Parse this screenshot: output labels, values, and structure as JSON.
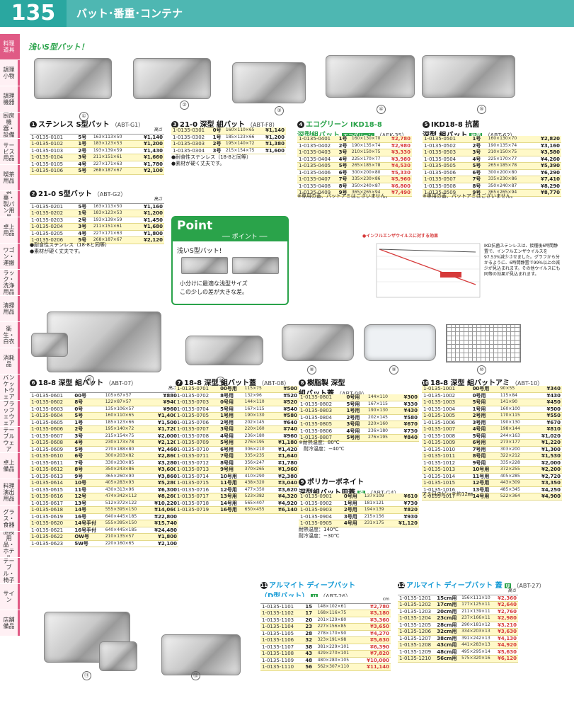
{
  "header": {
    "page_number": "135",
    "title": "バット･番重･コンテナ"
  },
  "sidebar": [
    "料理道具",
    "調理小物",
    "調理機器",
    "厨房機器・設備",
    "サービス用品",
    "喫茶用品",
    "製菓・製パン用品",
    "卓上用品",
    "ワゴン・運搬",
    "ラック・洗浄用品",
    "清掃用品",
    "衛生・白衣",
    "消耗品",
    "バンケットウェア",
    "ブラッフェウェア",
    "テーブルウェア",
    "卓上備品",
    "料理演出用品",
    "グラス・食器",
    "施設用品・ホテル",
    "テーブル・椅子",
    "サイン",
    "店舗備品"
  ],
  "section_title": "浅いS型バット！",
  "image_labels": [
    "①",
    "②",
    "③",
    "④",
    "⑤",
    "⑥",
    "⑦",
    "⑧",
    "⑨",
    "⑩",
    "⑪",
    "⑫"
  ],
  "height_header": "高さ",
  "p1": {
    "num": "1",
    "title": "ステンレス S型バット",
    "code": "（ABT-G1）",
    "rows": [
      [
        "1-0135-0101",
        "5号",
        "163×113×50",
        "¥1,140"
      ],
      [
        "1-0135-0102",
        "1号",
        "183×123×53",
        "¥1,200"
      ],
      [
        "1-0135-0103",
        "2号",
        "193×139×59",
        "¥1,430"
      ],
      [
        "1-0135-0104",
        "3号",
        "211×151×61",
        "¥1,660"
      ],
      [
        "1-0135-0105",
        "4号",
        "227×171×63",
        "¥1,780"
      ],
      [
        "1-0135-0106",
        "5号",
        "268×187×67",
        "¥2,100"
      ]
    ]
  },
  "p2": {
    "num": "2",
    "title": "21-0 S型バット",
    "code": "（ABT-G2）",
    "rows": [
      [
        "1-0135-0201",
        "5号",
        "163×113×50",
        "¥1,160"
      ],
      [
        "1-0135-0202",
        "1号",
        "183×123×53",
        "¥1,200"
      ],
      [
        "1-0135-0203",
        "2号",
        "193×139×59",
        "¥1,450"
      ],
      [
        "1-0135-0204",
        "3号",
        "211×151×61",
        "¥1,680"
      ],
      [
        "1-0135-0205",
        "4号",
        "227×171×63",
        "¥1,800"
      ],
      [
        "1-0135-0206",
        "5号",
        "268×187×67",
        "¥2,120"
      ]
    ],
    "notes": [
      "●耐食性ステンレス（18-8と同等）",
      "●素材が硬く丈夫です。"
    ]
  },
  "p3": {
    "num": "3",
    "title": "21-0 深型 組バット",
    "code": "（ABT-F8）",
    "rows": [
      [
        "1-0135-0301",
        "0号",
        "160×110×65",
        "¥1,140"
      ],
      [
        "1-0135-0302",
        "1号",
        "185×123×66",
        "¥1,200"
      ],
      [
        "1-0135-0303",
        "2号",
        "195×140×72",
        "¥1,380"
      ],
      [
        "1-0135-0304",
        "3号",
        "215×154×75",
        "¥1,600"
      ]
    ],
    "notes": [
      "●耐食性ステンレス（18-8と同等）",
      "●素材が硬く丈夫です。"
    ]
  },
  "point": {
    "label": "Point",
    "sub": "── ポイント ──",
    "heading": "浅いS型バット!",
    "text1": "小分けに最適な浅型サイズ",
    "text2": "この少しの差が大きな差。"
  },
  "p4": {
    "num": "4",
    "title": "エコグリーン IKD18-8",
    "title2": "深型組バット",
    "badge": "エコグリーン",
    "code": "（AEK-35）",
    "rows": [
      [
        "1-0135-0401",
        "1号",
        "160×130×70",
        "¥2,780"
      ],
      [
        "1-0135-0402",
        "2号",
        "190×135×74",
        "¥2,980"
      ],
      [
        "1-0135-0403",
        "3号",
        "210×150×75",
        "¥3,330"
      ],
      [
        "1-0135-0404",
        "4号",
        "225×170×77",
        "¥3,980"
      ],
      [
        "1-0135-0405",
        "5号",
        "265×185×78",
        "¥4,530"
      ],
      [
        "1-0135-0406",
        "6号",
        "300×200×80",
        "¥5,330"
      ],
      [
        "1-0135-0407",
        "7号",
        "335×230×86",
        "¥5,960"
      ],
      [
        "1-0135-0408",
        "8号",
        "350×240×87",
        "¥6,800"
      ],
      [
        "1-0135-0409",
        "9号",
        "365×265×94",
        "¥7,490"
      ]
    ],
    "notes": [
      "※専用の蓋、バットアミはございません。"
    ]
  },
  "p5": {
    "num": "5",
    "title": "IKD18-8 抗菌",
    "title2": "深型 組バット",
    "badge": "抗菌",
    "code": "（ABT-62）",
    "rows": [
      [
        "1-0135-0501",
        "1号",
        "160×130×70",
        "¥2,820"
      ],
      [
        "1-0135-0502",
        "2号",
        "190×135×74",
        "¥3,160"
      ],
      [
        "1-0135-0503",
        "3号",
        "210×150×75",
        "¥3,580"
      ],
      [
        "1-0135-0504",
        "4号",
        "225×170×77",
        "¥4,260"
      ],
      [
        "1-0135-0505",
        "5号",
        "265×185×78",
        "¥5,390"
      ],
      [
        "1-0135-0506",
        "6号",
        "300×200×80",
        "¥6,290"
      ],
      [
        "1-0135-0507",
        "7号",
        "335×230×86",
        "¥7,410"
      ],
      [
        "1-0135-0508",
        "8号",
        "350×240×87",
        "¥8,290"
      ],
      [
        "1-0135-0509",
        "9号",
        "365×265×94",
        "¥8,770"
      ]
    ],
    "notes": [
      "※専用の蓋、バットアミはございません。"
    ]
  },
  "flu": {
    "title": "●インフルエンザウイルスに対する効果",
    "text": "IKD抗菌ステンレスは、接種後6時間静置で、インフルエンザウイルスを97.53%減少させました。グラフから分かるように、6時間静置で99%以上の減少が見込まれます。その他ウイルスにも同等の効果が見込まれます。"
  },
  "p6": {
    "num": "6",
    "title": "18-8 深型 組バット",
    "code": "（ABT-07）",
    "rows": [
      [
        "1-0135-0601",
        "00号",
        "105×67×57",
        "¥880"
      ],
      [
        "1-0135-0602",
        "8号",
        "122×87×57",
        "¥940"
      ],
      [
        "1-0135-0603",
        "0号",
        "135×106×57",
        "¥960"
      ],
      [
        "1-0135-0604",
        "5号",
        "160×110×65",
        "¥1,400"
      ],
      [
        "1-0135-0605",
        "1号",
        "185×123×66",
        "¥1,500"
      ],
      [
        "1-0135-0606",
        "2号",
        "195×140×72",
        "¥1,720"
      ],
      [
        "1-0135-0607",
        "3号",
        "215×154×75",
        "¥2,000"
      ],
      [
        "1-0135-0608",
        "4号",
        "230×173×78",
        "¥2,120"
      ],
      [
        "1-0135-0609",
        "5号",
        "270×188×80",
        "¥2,460"
      ],
      [
        "1-0135-0610",
        "6号",
        "300×203×82",
        "¥2,860"
      ],
      [
        "1-0135-0611",
        "7号",
        "330×230×85",
        "¥3,280"
      ],
      [
        "1-0135-0612",
        "8号",
        "350×243×86",
        "¥3,600"
      ],
      [
        "1-0135-0613",
        "9号",
        "365×260×90",
        "¥3,860"
      ],
      [
        "1-0135-0614",
        "10号",
        "405×283×93",
        "¥5,280"
      ],
      [
        "1-0135-0615",
        "11号",
        "430×313×96",
        "¥6,300"
      ],
      [
        "1-0135-0616",
        "12号",
        "474×342×112",
        "¥8,260"
      ],
      [
        "1-0135-0617",
        "13号",
        "512×372×122",
        "¥10,220"
      ],
      [
        "1-0135-0618",
        "14号",
        "555×395×150",
        "¥14,060"
      ],
      [
        "1-0135-0619",
        "16号",
        "640×445×185",
        "¥22,800"
      ],
      [
        "1-0135-0620",
        "14号手付",
        "555×395×150",
        "¥15,740"
      ],
      [
        "1-0135-0621",
        "16号手付",
        "640×445×185",
        "¥24,480"
      ],
      [
        "1-0135-0622",
        "OW号",
        "210×135×57",
        "¥1,800"
      ],
      [
        "1-0135-0623",
        "5W号",
        "220×160×65",
        "¥2,100"
      ]
    ]
  },
  "p7": {
    "num": "7",
    "title": "18-8 深型 組バット蓋",
    "code": "（ABT-08）",
    "rows": [
      [
        "1-0135-0701",
        "00号用",
        "115×75",
        "¥500"
      ],
      [
        "1-0135-0702",
        "8号用",
        "132×96",
        "¥520"
      ],
      [
        "1-0135-0703",
        "0号用",
        "144×110",
        "¥520"
      ],
      [
        "1-0135-0704",
        "5号用",
        "167×115",
        "¥540"
      ],
      [
        "1-0135-0705",
        "1号用",
        "190×130",
        "¥580"
      ],
      [
        "1-0135-0706",
        "2号用",
        "202×145",
        "¥640"
      ],
      [
        "1-0135-0707",
        "3号用",
        "220×160",
        "¥740"
      ],
      [
        "1-0135-0708",
        "4号用",
        "236×180",
        "¥960"
      ],
      [
        "1-0135-0709",
        "5号用",
        "276×195",
        "¥1,180"
      ],
      [
        "1-0135-0710",
        "6号用",
        "306×210",
        "¥1,420"
      ],
      [
        "1-0135-0711",
        "7号用",
        "335×235",
        "¥1,640"
      ],
      [
        "1-0135-0712",
        "8号用",
        "356×247",
        "¥1,780"
      ],
      [
        "1-0135-0713",
        "9号用",
        "370×265",
        "¥1,960"
      ],
      [
        "1-0135-0714",
        "10号用",
        "410×290",
        "¥2,380"
      ],
      [
        "1-0135-0715",
        "11号用",
        "438×320",
        "¥3,040"
      ],
      [
        "1-0135-0716",
        "12号用",
        "477×350",
        "¥3,620"
      ],
      [
        "1-0135-0717",
        "13号用",
        "523×382",
        "¥4,320"
      ],
      [
        "1-0135-0718",
        "14号用",
        "565×407",
        "¥4,920"
      ],
      [
        "1-0135-0719",
        "16号用",
        "650×455",
        "¥6,140"
      ]
    ]
  },
  "p8": {
    "num": "8",
    "title": "樹脂製 深型",
    "title2": "組バット蓋",
    "code": "（ABT-09）",
    "rows": [
      [
        "1-0135-0801",
        "0号用",
        "144×110",
        "¥300"
      ],
      [
        "1-0135-0802",
        "5号用",
        "167×115",
        "¥330"
      ],
      [
        "1-0135-0803",
        "1号用",
        "190×130",
        "¥430"
      ],
      [
        "1-0135-0804",
        "2号用",
        "202×145",
        "¥580"
      ],
      [
        "1-0135-0805",
        "3号用",
        "220×160",
        "¥670"
      ],
      [
        "1-0135-0806",
        "4号用",
        "236×180",
        "¥730"
      ],
      [
        "1-0135-0807",
        "5号用",
        "276×195",
        "¥840"
      ]
    ],
    "notes": [
      "※耐熱温度：80℃",
      "　耐冷温度：−40℃"
    ]
  },
  "p9": {
    "num": "9",
    "title": "ポリカーボネイト",
    "title2": "深型組バット用蓋",
    "badge": "洗",
    "code": "（ABT-G4）",
    "rows": [
      [
        "1-0135-0901",
        "0号用",
        "137×109",
        "¥610"
      ],
      [
        "1-0135-0902",
        "1号用",
        "181×121",
        "¥730"
      ],
      [
        "1-0135-0903",
        "2号用",
        "194×139",
        "¥820"
      ],
      [
        "1-0135-0904",
        "3号用",
        "215×156",
        "¥930"
      ],
      [
        "1-0135-0905",
        "4号用",
        "231×175",
        "¥1,120"
      ]
    ],
    "notes": [
      "耐熱温度：140℃",
      "耐冷温度：−30℃"
    ]
  },
  "p10": {
    "num": "10",
    "title": "18-8 深型 組バットアミ",
    "code": "（ABT-10）",
    "rows": [
      [
        "1-0135-1001",
        "00号用",
        "90×55",
        "¥340"
      ],
      [
        "1-0135-1002",
        "0号用",
        "115×84",
        "¥430"
      ],
      [
        "1-0135-1003",
        "5号用",
        "141×90",
        "¥450"
      ],
      [
        "1-0135-1004",
        "1号用",
        "160×100",
        "¥500"
      ],
      [
        "1-0135-1005",
        "2号用",
        "170×115",
        "¥550"
      ],
      [
        "1-0135-1006",
        "3号用",
        "190×130",
        "¥670"
      ],
      [
        "1-0135-1007",
        "4号用",
        "198×144",
        "¥810"
      ],
      [
        "1-0135-1008",
        "5号用",
        "244×163",
        "¥1,020"
      ],
      [
        "1-0135-1009",
        "6号用",
        "273×177",
        "¥1,220"
      ],
      [
        "1-0135-1010",
        "7号用",
        "303×200",
        "¥1,300"
      ],
      [
        "1-0135-1011",
        "8号用",
        "322×212",
        "¥1,530"
      ],
      [
        "1-0135-1012",
        "9号用",
        "335×228",
        "¥2,000"
      ],
      [
        "1-0135-1013",
        "10号用",
        "372×255",
        "¥2,200"
      ],
      [
        "1-0135-1014",
        "11号用",
        "405×285",
        "¥2,720"
      ],
      [
        "1-0135-1015",
        "12号用",
        "443×309",
        "¥3,350"
      ],
      [
        "1-0135-1016",
        "13号用",
        "485×345",
        "¥4,250"
      ],
      [
        "1-0135-1017",
        "14号用",
        "522×364",
        "¥4,900"
      ]
    ],
    "notes": [
      "アミ目のピッチ約12㎜"
    ]
  },
  "p11": {
    "num": "11",
    "title": "アルマイト ディープバット",
    "title2": "（D型バット）",
    "code": "（ABT-26）",
    "badge": "U",
    "rows": [
      [
        "1-0135-1101",
        "15",
        "148×102×61",
        "¥2,780"
      ],
      [
        "1-0135-1102",
        "17",
        "168×116×75",
        "¥3,180"
      ],
      [
        "1-0135-1103",
        "20",
        "201×129×80",
        "¥3,360"
      ],
      [
        "1-0135-1104",
        "23",
        "227×156×85",
        "¥3,650"
      ],
      [
        "1-0135-1105",
        "28",
        "278×170×90",
        "¥4,270"
      ],
      [
        "1-0135-1106",
        "32",
        "323×191×98",
        "¥5,630"
      ],
      [
        "1-0135-1107",
        "38",
        "381×229×101",
        "¥6,390"
      ],
      [
        "1-0135-1108",
        "43",
        "429×270×101",
        "¥7,820"
      ],
      [
        "1-0135-1109",
        "48",
        "480×280×105",
        "¥10,000"
      ],
      [
        "1-0135-1110",
        "56",
        "562×307×110",
        "¥11,140"
      ]
    ]
  },
  "p12": {
    "num": "12",
    "title": "アルマイト ディープバット 蓋",
    "code": "（ABT-27）",
    "badge": "U",
    "rows": [
      [
        "1-0135-1201",
        "15cm用",
        "156×111×10",
        "¥2,360"
      ],
      [
        "1-0135-1202",
        "17cm用",
        "177×125×11",
        "¥2,640"
      ],
      [
        "1-0135-1203",
        "20cm用",
        "211×139×11",
        "¥2,760"
      ],
      [
        "1-0135-1204",
        "23cm用",
        "237×166×11",
        "¥2,980"
      ],
      [
        "1-0135-1205",
        "28cm用",
        "290×181×12",
        "¥3,210"
      ],
      [
        "1-0135-1206",
        "32cm用",
        "334×203×13",
        "¥3,630"
      ],
      [
        "1-0135-1207",
        "38cm用",
        "391×242×13",
        "¥4,130"
      ],
      [
        "1-0135-1208",
        "43cm用",
        "441×283×13",
        "¥4,920"
      ],
      [
        "1-0135-1209",
        "48cm用",
        "495×295×14",
        "¥5,630"
      ],
      [
        "1-0135-1210",
        "56cm用",
        "575×320×16",
        "¥6,120"
      ]
    ]
  },
  "cm_header": "cm",
  "colors": {
    "teal": "#2aa7a0",
    "pink": "#e05a85",
    "green": "#2aa34a",
    "cyan": "#169bd6",
    "price_red": "#d63a3a"
  }
}
